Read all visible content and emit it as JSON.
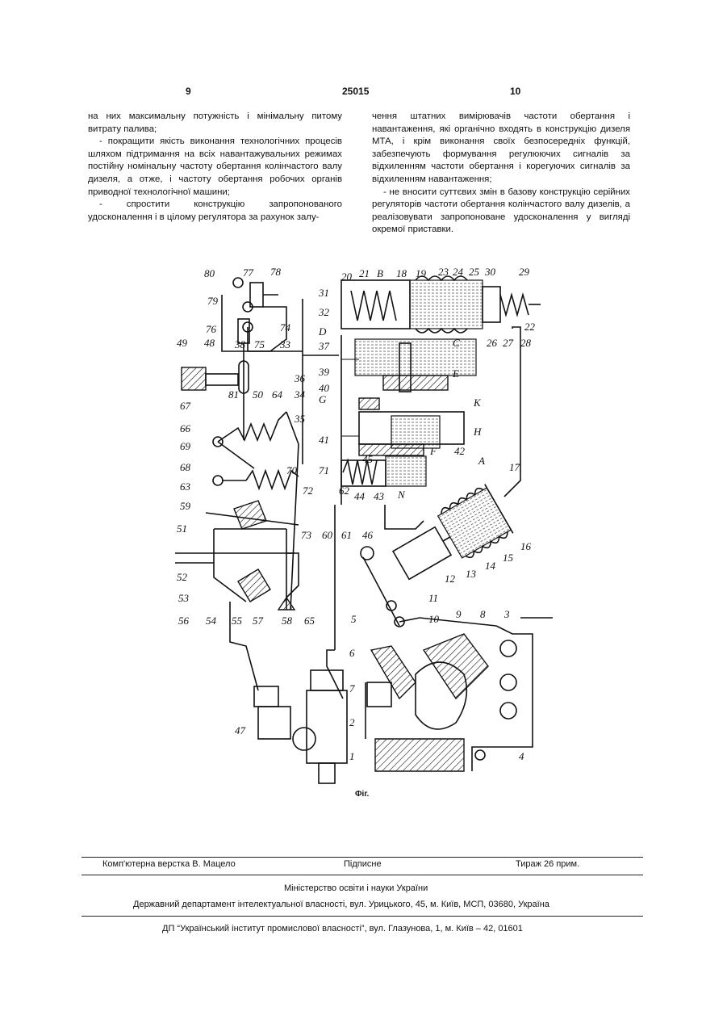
{
  "header": {
    "page_left": "9",
    "doc_number": "25015",
    "page_right": "10"
  },
  "body": {
    "left": [
      {
        "text": "на них максимальну потужність і мінімальну питому витрату палива;",
        "indent": false
      },
      {
        "text": "- покращити якість виконання технологічних процесів шляхом підтримання на всіх навантажувальних режимах постійну номінальну частоту обертання колінчастого валу дизеля, а отже, і частоту обертання робочих органів приводної технологічної машини;",
        "indent": true
      },
      {
        "text": "- спростити конструкцію запропонованого удосконалення і в цілому регулятора за рахунок залу-",
        "indent": true
      }
    ],
    "right": [
      {
        "text": "чення штатних вимірювачів частоти обертання і навантаження, які органічно входять в конструкцію дизеля МТА, і крім виконання своїх безпосередніх функцій, забезпечують формування регулюючих сигналів за відхиленням частоти обертання і корегуючих сигналів за відхиленням навантаження;",
        "indent": false
      },
      {
        "text": "- не вносити суттєвих змін в базову конструкцію серійних регуляторів частоти обертання колінчастого валу дизелів, а реалізовувати запропоноване удосконалення у вигляді окремої приставки.",
        "indent": true
      }
    ]
  },
  "figure": {
    "caption": "Фіг.",
    "labels": {
      "n1": "1",
      "n2": "2",
      "n3": "3",
      "n4": "4",
      "n5": "5",
      "n6": "6",
      "n7": "7",
      "n8": "8",
      "n9": "9",
      "n10": "10",
      "n11": "11",
      "n12": "12",
      "n13": "13",
      "n14": "14",
      "n15": "15",
      "n16": "16",
      "n17": "17",
      "n18": "18",
      "n19": "19",
      "n20": "20",
      "n21": "21",
      "n22": "22",
      "n23": "23",
      "n24": "24",
      "n25": "25",
      "n26": "26",
      "n27": "27",
      "n28": "28",
      "n29": "29",
      "n30": "30",
      "n31": "31",
      "n32": "32",
      "n33": "33",
      "n34": "34",
      "n35": "35",
      "n36": "36",
      "n37": "37",
      "n38": "38",
      "n39": "39",
      "n40": "40",
      "n41": "41",
      "n42": "42",
      "n43": "43",
      "n44": "44",
      "n45": "45",
      "n46": "46",
      "n47": "47",
      "n48": "48",
      "n49": "49",
      "n50": "50",
      "n51": "51",
      "n52": "52",
      "n53": "53",
      "n54": "54",
      "n55": "55",
      "n56": "56",
      "n57": "57",
      "n58": "58",
      "n59": "59",
      "n60": "60",
      "n61": "61",
      "n62": "62",
      "n63": "63",
      "n64": "64",
      "n65": "65",
      "n66": "66",
      "n67": "67",
      "n68": "68",
      "n69": "69",
      "n70": "70",
      "n71": "71",
      "n72": "72",
      "n73": "73",
      "n74": "74",
      "n75": "75",
      "n76": "76",
      "n77": "77",
      "n78": "78",
      "n79": "79",
      "n80": "80",
      "n81": "81",
      "A": "A",
      "B": "B",
      "C": "C",
      "D": "D",
      "E": "E",
      "F": "F",
      "G": "G",
      "H": "H",
      "K": "K",
      "N": "N"
    }
  },
  "footer": {
    "typesetting": "Комп'ютерна верстка В. Мацело",
    "signed": "Підписне",
    "circulation": "Тираж 26 прим.",
    "ministry": "Міністерство освіти і науки України",
    "department": "Державний департамент інтелектуальної власності, вул. Урицького, 45, м. Київ, МСП, 03680, Україна",
    "institute": "ДП “Український інститут промислової власності”, вул. Глазунова, 1, м. Київ – 42, 01601"
  }
}
